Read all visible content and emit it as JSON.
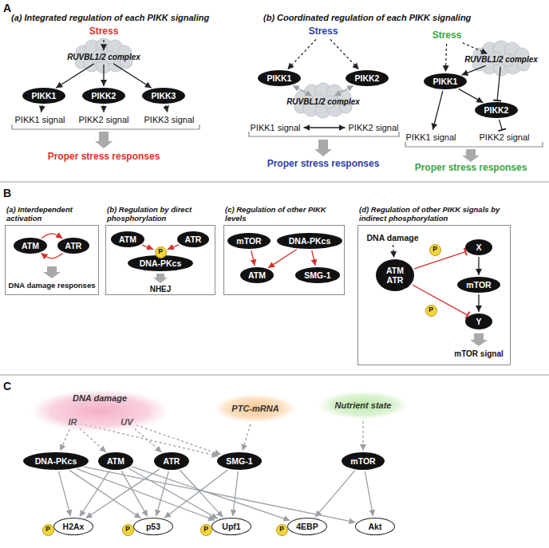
{
  "diagram": {
    "nodes": [
      {
        "text": [
          "Stress"
        ]
      },
      {
        "text": [
          "RUVBL1/2 complex"
        ]
      },
      {
        "text": [
          "PIKK1"
        ]
      },
      {
        "text": [
          "PIKK2"
        ]
      },
      {
        "text": [
          "PIKK3"
        ]
      },
      {
        "text": [
          "PIKK1 signal"
        ]
      },
      {
        "text": [
          "PIKK2 signal"
        ]
      },
      {
        "text": [
          "PIKK3 signal"
        ]
      },
      {
        "text": [
          "Stress"
        ]
      },
      {
        "text": [
          "PIKK1"
        ]
      },
      {
        "text": [
          "PIKK2"
        ]
      },
      {
        "text": [
          "RUVBL1/2 complex"
        ]
      },
      {
        "text": [
          "PIKK1 signal"
        ]
      },
      {
        "text": [
          "PIKK2 signal"
        ]
      },
      {
        "text": [
          "Stress"
        ]
      },
      {
        "text": [
          "RUVBL1/2 complex"
        ]
      },
      {
        "text": [
          "PIKK1"
        ]
      },
      {
        "text": [
          "PIKK2"
        ]
      },
      {
        "text": [
          "PIKK1 signal"
        ]
      },
      {
        "text": [
          "PIKK2 signal"
        ]
      },
      {
        "text": [
          "(a) Interdependent activation"
        ]
      },
      {
        "text": [
          "ATM"
        ],
        "in": 20
      },
      {
        "text": [
          "ATR"
        ],
        "in": 20
      },
      {
        "text": [
          "(b) Regulation by direct phosphorylation"
        ]
      },
      {
        "text": [
          "ATM"
        ],
        "in": 23
      },
      {
        "text": [
          "ATR"
        ],
        "in": 23
      },
      {
        "text": [
          "DNA-PKcs"
        ],
        "in": 23
      },
      {
        "text": [
          "P"
        ],
        "in": 23
      },
      {
        "text": [
          "(c) Regulation of other PIKK levels"
        ]
      },
      {
        "text": [
          "mTOR"
        ],
        "in": 28
      },
      {
        "text": [
          "DNA-PKcs"
        ],
        "in": 28
      },
      {
        "text": [
          "ATM"
        ],
        "in": 28
      },
      {
        "text": [
          "SMG-1"
        ],
        "in": 28
      },
      {
        "text": [
          "(d) Regulation of other PIKK signals by indirect phosphorylation"
        ]
      },
      {
        "text": [
          "DNA damage"
        ],
        "in": 33
      },
      {
        "text": [
          "ATM",
          "ATR"
        ],
        "in": 33
      },
      {
        "text": [
          "X"
        ],
        "in": 33
      },
      {
        "text": [
          "mTOR"
        ],
        "in": 33
      },
      {
        "text": [
          "Y"
        ],
        "in": 33
      },
      {
        "text": [
          "P"
        ],
        "in": 33
      },
      {
        "text": [
          "P"
        ],
        "in": 33
      },
      {
        "text": [
          "DNA damage"
        ]
      },
      {
        "text": [
          "IR"
        ],
        "in": 41
      },
      {
        "text": [
          "UV"
        ],
        "in": 41
      },
      {
        "text": [
          "PTC-mRNA"
        ]
      },
      {
        "text": [
          "Nutrient state"
        ]
      },
      {
        "text": [
          "DNA-PKcs"
        ]
      },
      {
        "text": [
          "ATM"
        ]
      },
      {
        "text": [
          "ATR"
        ]
      },
      {
        "text": [
          "SMG-1"
        ]
      },
      {
        "text": [
          "mTOR"
        ]
      },
      {
        "text": [
          "H2Ax"
        ]
      },
      {
        "text": [
          "p53"
        ]
      },
      {
        "text": [
          "Upf1"
        ]
      },
      {
        "text": [
          "4EBP"
        ]
      },
      {
        "text": [
          "Akt"
        ]
      },
      {
        "text": [
          "P"
        ]
      },
      {
        "text": [
          "P"
        ]
      },
      {
        "text": [
          "P"
        ]
      },
      {
        "text": [
          "P"
        ]
      }
    ],
    "edges": [
      {
        "from": 0,
        "to": 1,
        "arrow": "to"
      },
      {
        "from": 1,
        "to": 2,
        "arrow": "to"
      },
      {
        "from": 1,
        "to": 3,
        "arrow": "to"
      },
      {
        "from": 1,
        "to": 4,
        "arrow": "to"
      },
      {
        "from": 2,
        "to": 5,
        "arrow": "to"
      },
      {
        "from": 3,
        "to": 6,
        "arrow": "to"
      },
      {
        "from": 4,
        "to": 7,
        "arrow": "to"
      },
      {
        "from": 8,
        "to": 9,
        "arrow": "to"
      },
      {
        "from": 8,
        "to": 10,
        "arrow": "to"
      },
      {
        "from": 9,
        "to": 11,
        "arrow": "both"
      },
      {
        "from": 10,
        "to": 11,
        "arrow": "both"
      },
      {
        "from": 12,
        "to": 13,
        "arrow": "both"
      },
      {
        "from": 14,
        "to": 16,
        "arrow": "to"
      },
      {
        "from": 14,
        "to": 15,
        "arrow": "to"
      },
      {
        "from": 15,
        "to": 16,
        "arrow": "to"
      },
      {
        "from": 15,
        "to": 17,
        "arrow": "to"
      },
      {
        "from": 16,
        "to": 17,
        "arrow": "to"
      },
      {
        "from": 16,
        "to": 18,
        "arrow": "to"
      },
      {
        "from": 17,
        "to": 19,
        "arrow": "to"
      },
      {
        "from": 21,
        "to": 22,
        "arrow": "to"
      },
      {
        "from": 22,
        "to": 21,
        "arrow": "to"
      },
      {
        "from": 24,
        "to": 27,
        "arrow": "to"
      },
      {
        "from": 25,
        "to": 27,
        "arrow": "to"
      },
      {
        "from": 29,
        "to": 31,
        "arrow": "to"
      },
      {
        "from": 30,
        "to": 31,
        "arrow": "to"
      },
      {
        "from": 30,
        "to": 32,
        "arrow": "to"
      },
      {
        "from": 34,
        "to": 35,
        "arrow": "to"
      },
      {
        "from": 35,
        "to": 36,
        "arrow": "to"
      },
      {
        "from": 35,
        "to": 38,
        "arrow": "to"
      },
      {
        "from": 36,
        "to": 37,
        "arrow": "to"
      },
      {
        "from": 37,
        "to": 38,
        "arrow": "to"
      },
      {
        "from": 42,
        "to": 46,
        "arrow": "to"
      },
      {
        "from": 42,
        "to": 47,
        "arrow": "to"
      },
      {
        "from": 42,
        "to": 49,
        "arrow": "to"
      },
      {
        "from": 43,
        "to": 48,
        "arrow": "to"
      },
      {
        "from": 43,
        "to": 49,
        "arrow": "to"
      },
      {
        "from": 44,
        "to": 49,
        "arrow": "to"
      },
      {
        "from": 45,
        "to": 50,
        "arrow": "to"
      },
      {
        "from": 46,
        "to": 51,
        "arrow": "to"
      },
      {
        "from": 46,
        "to": 52,
        "arrow": "to"
      },
      {
        "from": 46,
        "to": 53,
        "arrow": "to"
      },
      {
        "from": 46,
        "to": 55,
        "arrow": "to"
      },
      {
        "from": 47,
        "to": 51,
        "arrow": "to"
      },
      {
        "from": 47,
        "to": 52,
        "arrow": "to"
      },
      {
        "from": 47,
        "to": 53,
        "arrow": "to"
      },
      {
        "from": 47,
        "to": 54,
        "arrow": "to"
      },
      {
        "from": 48,
        "to": 51,
        "arrow": "to"
      },
      {
        "from": 48,
        "to": 52,
        "arrow": "to"
      },
      {
        "from": 48,
        "to": 53,
        "arrow": "to"
      },
      {
        "from": 49,
        "to": 52,
        "arrow": "to"
      },
      {
        "from": 49,
        "to": 53,
        "arrow": "to"
      },
      {
        "from": 50,
        "to": 54,
        "arrow": "to"
      },
      {
        "from": 50,
        "to": 55,
        "arrow": "to"
      }
    ],
    "labels": [
      "A",
      "(a) Integrated regulation of each PIKK signaling",
      "Proper stress responses",
      "(b) Coordinated regulation of each PIKK signaling",
      "Proper stress responses",
      "Proper stress responses",
      "B",
      "DNA damage responses",
      "NHEJ",
      "mTOR signal",
      "C"
    ]
  }
}
